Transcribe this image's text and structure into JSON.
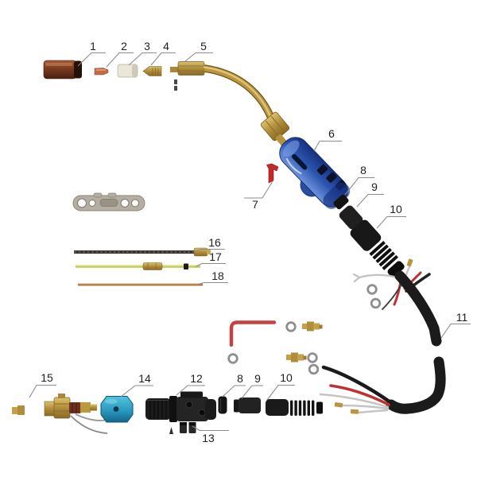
{
  "diagram": {
    "type": "exploded-parts-diagram",
    "background": "#ffffff"
  },
  "labels": {
    "p1": "1",
    "p2": "2",
    "p3": "3",
    "p4": "4",
    "p5": "5",
    "p6": "6",
    "p7": "7",
    "p8_upper": "8",
    "p9_upper": "9",
    "p10_upper": "10",
    "p11": "11",
    "p12": "12",
    "p13": "13",
    "p14": "14",
    "p15": "15",
    "p16": "16",
    "p17": "17",
    "p18": "18",
    "p8_lower": "8",
    "p9_lower": "9",
    "p10_lower": "10"
  },
  "colors": {
    "nozzle_copper": "#7a3a22",
    "brass": "#bd9a43",
    "insulator_cream": "#ebe7d8",
    "handle_blue": "#2f5cb0",
    "trigger_red": "#c22a2a",
    "cable_black": "#1b1b1b",
    "connector_teal": "#2a9abf",
    "liner_black": "#35302a",
    "liner_yellow": "#c4c84f",
    "liner_copper": "#a87a3c",
    "wire_red": "#c03030",
    "leader_gray": "#8c8c8c"
  }
}
